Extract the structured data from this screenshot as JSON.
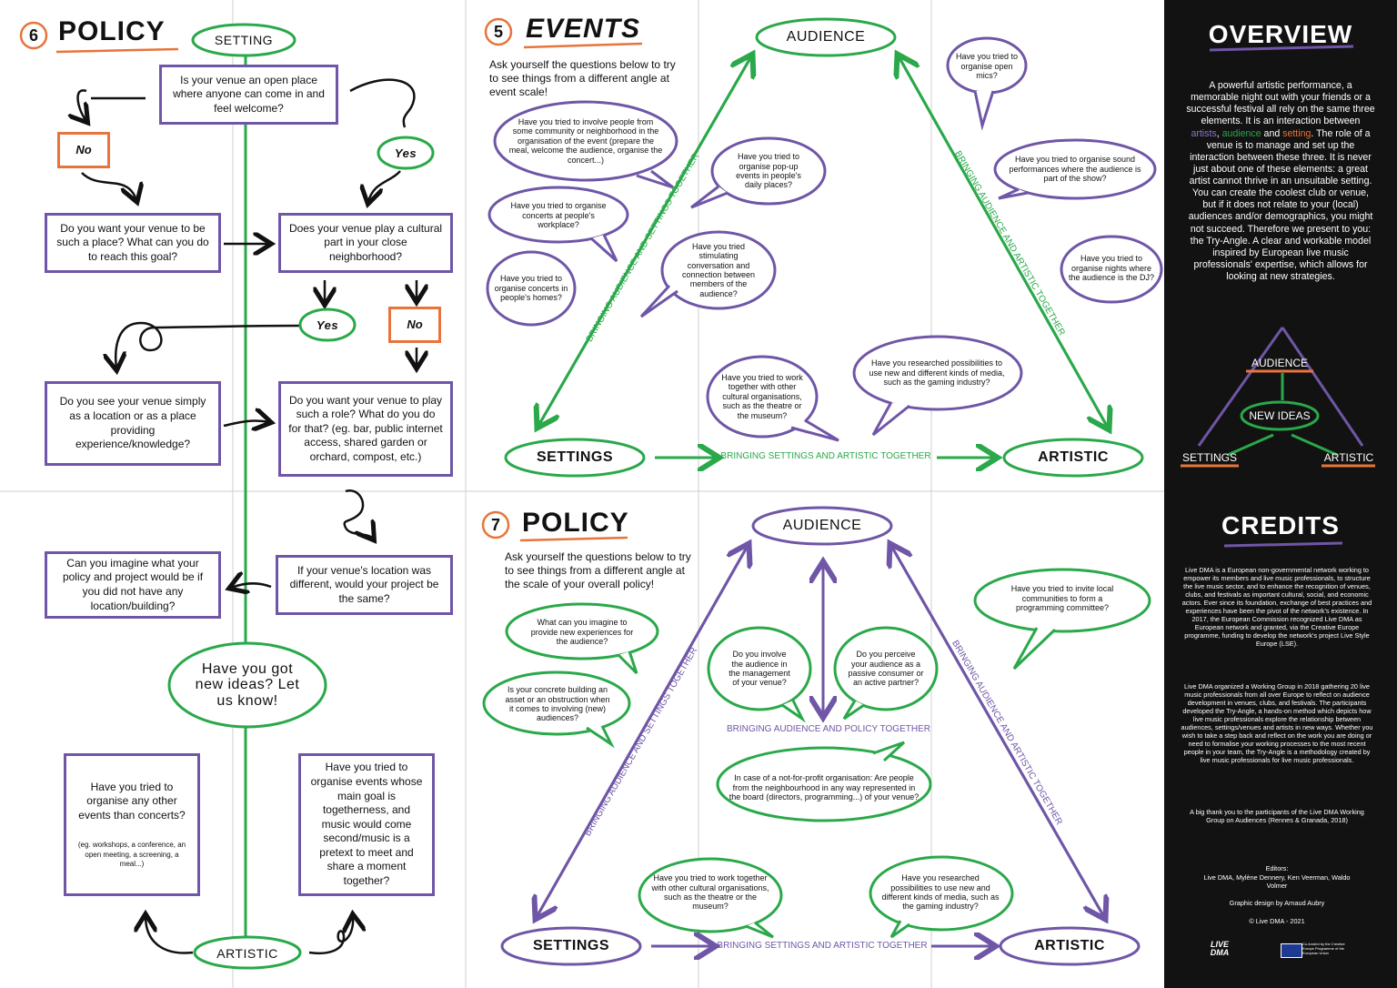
{
  "colors": {
    "green": "#2aa84a",
    "purple": "#6f56a6",
    "orange": "#e8743b",
    "dark": "#121212"
  },
  "policy6": {
    "number": "6",
    "title": "POLICY",
    "setting": "SETTING",
    "artistic": "ARTISTIC",
    "q_open": "Is your venue an open place where anyone can come in and feel welcome?",
    "no1": "No",
    "yes1": "Yes",
    "q_want_place": "Do you want your venue to be such a place? What can you do to reach this goal?",
    "q_cultural": "Does your venue play a cultural part in your close neighborhood?",
    "yes2": "Yes",
    "no2": "No",
    "q_location": "Do you see your venue simply as a location or as a place providing experience/knowledge?",
    "q_role": "Do you want your venue to play such a role? What do you do for that? (eg. bar, public internet access, shared garden or orchard, compost, etc.)",
    "q_imagine": "Can you imagine what your policy and project would be if you did not have any location/building?",
    "q_different": "If your venue's location was different, would your project be the same?",
    "new_ideas": "Have you got new ideas? Let us know!",
    "q_other_events": "Have you tried to organise any other events than concerts?",
    "q_other_events_note": "(eg. workshops, a conference, an open meeting, a screening, a meal...)",
    "q_togetherness": "Have you tried to organise events whose main goal is togetherness, and music would come second/music is a pretext to meet and share a moment together?"
  },
  "events5": {
    "number": "5",
    "title": "EVENTS",
    "intro": "Ask yourself the questions below to try to see things from a different angle at event scale!",
    "audience": "AUDIENCE",
    "settings": "SETTINGS",
    "artistic": "ARTISTIC",
    "left_edge": "BRINGING AUDIENCE AND SETTINGS TOGETHER",
    "right_edge": "BRINGING AUDIENCE AND ARTISTIC TOGETHER",
    "bottom_edge": "BRINGING SETTINGS AND ARTISTIC TOGETHER",
    "b1": "Have you tried to involve people from some community or neighborhood in the organisation of the event (prepare the meal, welcome the audience, organise the concert...)",
    "b2": "Have you tried to organise pop-up events in people's daily places?",
    "b3": "Have you tried to organise concerts at people's workplace?",
    "b4": "Have you tried stimulating conversation and connection between members of the audience?",
    "b5": "Have you tried to organise concerts in people's homes?",
    "b6": "Have you tried to work together with other cultural organisations, such as the theatre or the museum?",
    "b7": "Have you researched possibilities to use new and different kinds of media, such as the gaming industry?",
    "b8": "Have you tried to organise open mics?",
    "b9": "Have you tried to organise sound performances where the audience is part of the show?",
    "b10": "Have you tried to organise nights where the audience is the DJ?"
  },
  "policy7": {
    "number": "7",
    "title": "POLICY",
    "intro": "Ask yourself the questions below to try to see things from a different angle at the scale of your overall policy!",
    "audience": "AUDIENCE",
    "settings": "SETTINGS",
    "artistic": "ARTISTIC",
    "left_edge": "BRINGING AUDIENCE AND SETTINGS TOGETHER",
    "right_edge": "BRINGING AUDIENCE AND ARTISTIC TOGETHER",
    "bottom_edge": "BRINGING SETTINGS AND ARTISTIC TOGETHER",
    "center_edge": "BRINGING AUDIENCE AND POLICY TOGETHER",
    "b1": "What can you imagine to provide new experiences for the audience?",
    "b2": "Is your concrete building an asset or an obstruction when it comes to involving (new) audiences?",
    "b3": "Do you involve the audience in the management of your venue?",
    "b4": "Do you perceive your audience as a passive consumer or an active partner?",
    "b5": "In case of a not-for-profit organisation: Are people from the neighbourhood in any way represented in the board (directors, programming...) of your venue?",
    "b6": "Have you tried to invite local communities to form a programming committee?",
    "b7": "Have you tried to work together with other cultural organisations, such as the theatre or the museum?",
    "b8": "Have you researched possibilities to use new and different kinds of media, such as the gaming industry?"
  },
  "overview": {
    "title": "OVERVIEW",
    "p_start": "A powerful artistic performance, a memorable night out with your friends or a successful festival all rely on the same three elements. It is an interaction between ",
    "w_artists": "artists",
    "p_comma": ", ",
    "w_audience": "audience",
    "p_and": " and ",
    "w_setting": "setting",
    "p_end": ". The role of a venue is to manage and set up the interaction between these three. It is never just about one of these elements: a great artist cannot thrive in an unsuitable setting. You can create the coolest club or venue, but if it does not relate to your (local) audiences and/or demographics, you might not succeed. Therefore we present to you: the Try-Angle. A clear and workable model inspired by European live music professionals' expertise, which allows for looking at new strategies.",
    "tri_audience": "AUDIENCE",
    "tri_new": "NEW IDEAS",
    "tri_settings": "SETTINGS",
    "tri_artistic": "ARTISTIC"
  },
  "credits": {
    "title": "CREDITS",
    "p1": "Live DMA is a European non-governmental network working to empower its members and live music professionals, to structure the live music sector, and to enhance the recognition of venues, clubs, and festivals as important cultural, social, and economic actors. Ever since its foundation, exchange of best practices and experiences have been the pivot of the network's existence. In 2017, the European Commission recognized Live DMA as European network and granted, via the Creative Europe programme, funding to develop the network's project Live Style Europe (LSE).",
    "p2": "Live DMA organized a Working Group in 2018 gathering 20 live music professionals from all over Europe to reflect on audience development in venues, clubs, and festivals. The participants developed the Try-Angle, a hands-on method which depicts how live music professionals explore the relationship between audiences, settings/venues and artists in new ways. Whether you wish to take a step back and reflect on the work you are doing or need to formalise your working processes to the most recent people in your team, the Try-Angle is a methodology created by live music professionals for live music professionals.",
    "p3": "A big thank you to the participants of the Live DMA Working Group on Audiences (Rennes & Granada, 2018)",
    "editors_label": "Editors:",
    "editors": "Live DMA, Mylène Dennery, Ken Veerman, Waldo Volmer",
    "design": "Graphic design by Arnaud Aubry",
    "copyright": "© Live DMA - 2021",
    "logo": "LIVE DMA",
    "eu_text": "Co-funded by the Creative Europe Programme of the European Union"
  }
}
